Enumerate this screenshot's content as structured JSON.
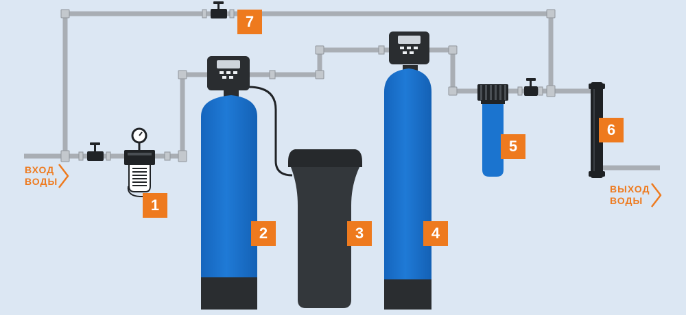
{
  "inlet": {
    "line1": "ВХОД",
    "line2": "ВОДЫ"
  },
  "outlet": {
    "line1": "ВЫХОД",
    "line2": "ВОДЫ"
  },
  "components": [
    {
      "number": "1",
      "icon": "prefilter-with-pressure-gauge-icon"
    },
    {
      "number": "2",
      "icon": "softener-filter-tank-icon"
    },
    {
      "number": "3",
      "icon": "brine-salt-tank-icon"
    },
    {
      "number": "4",
      "icon": "second-filter-tank-icon"
    },
    {
      "number": "5",
      "icon": "cartridge-filter-housing-icon"
    },
    {
      "number": "6",
      "icon": "uv-sterilizer-icon"
    },
    {
      "number": "7",
      "icon": "bypass-valve-icon"
    }
  ],
  "colors": {
    "background": "#dce7f3",
    "pipe": "#a9aeb4",
    "pipe_edge": "#8f959b",
    "tank_blue": "#1b74cf",
    "tank_dark": "#2a2d30",
    "brine_tank": "#33373b",
    "accent_orange": "#ee7a1e"
  }
}
